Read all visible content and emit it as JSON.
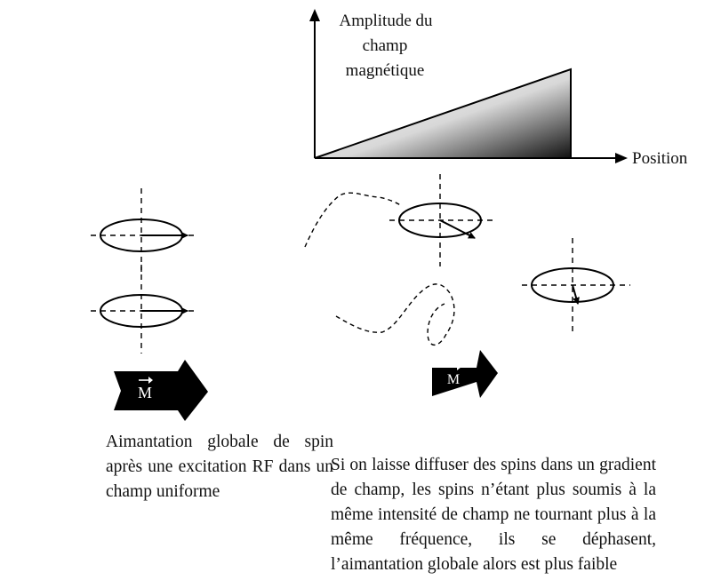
{
  "graph": {
    "y_label_lines": [
      "Amplitude du",
      "champ",
      "magnétique"
    ],
    "x_label": "Position"
  },
  "symbols": {
    "magnetization": "M"
  },
  "captions": {
    "left": "Aimantation globale de spin après une excitation RF dans un champ uniforme",
    "right": "Si on laisse diffuser des spins dans un gradient de champ, les spins n’étant plus soumis à la même intensité de champ ne tournant plus à la même fréquence, ils se déphasent, l’aimantation globale alors est plus faible"
  }
}
